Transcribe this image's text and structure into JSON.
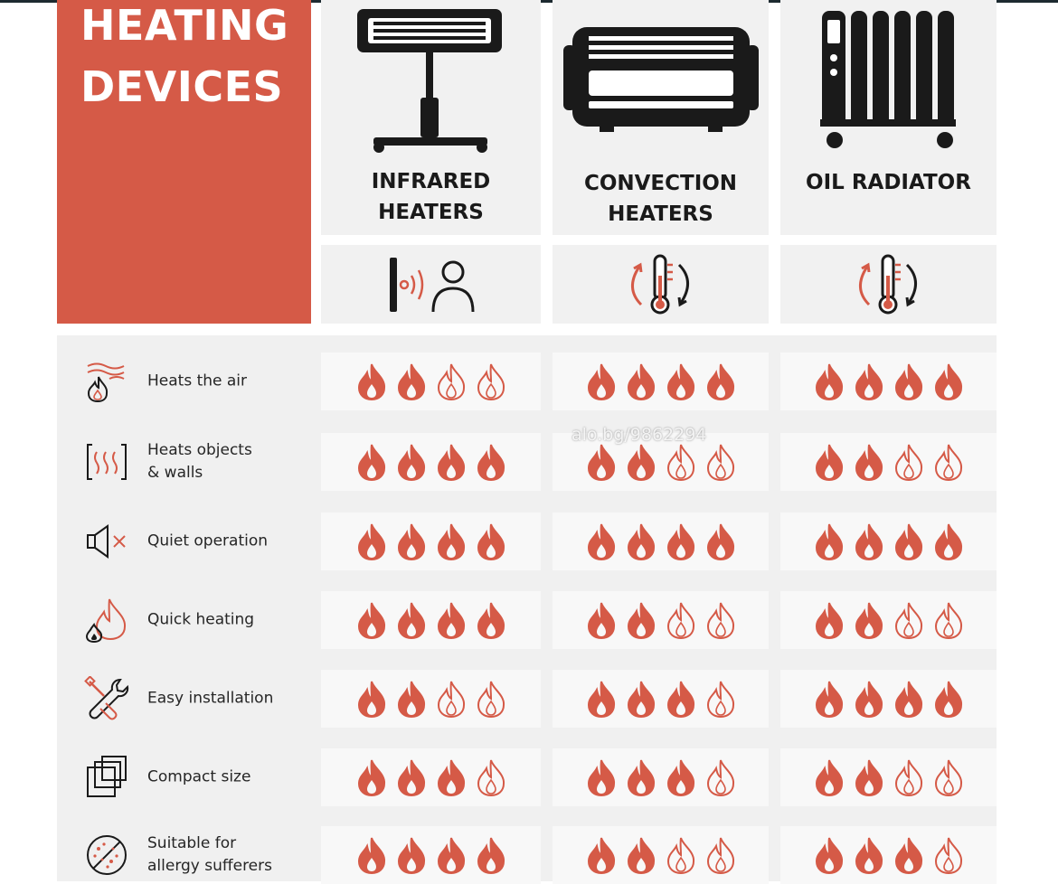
{
  "title": {
    "line1": "HEATING",
    "line2": "DEVICES"
  },
  "accent_color": "#d55a47",
  "columns": [
    {
      "line1": "INFRARED",
      "line2": "HEATERS",
      "device_icon": "infrared-heater-icon",
      "type_icon": "radiant-heat-person-icon"
    },
    {
      "line1": "CONVECTION",
      "line2": "HEATERS",
      "device_icon": "convection-heater-icon",
      "type_icon": "thermometer-circulation-icon"
    },
    {
      "line1": "OIL RADIATOR",
      "line2": "",
      "device_icon": "oil-radiator-icon",
      "type_icon": "thermometer-circulation-icon"
    }
  ],
  "rows": [
    {
      "label": "Heats the air",
      "icon": "air-heat-icon",
      "ratings": [
        2,
        4,
        4
      ]
    },
    {
      "label": "Heats objects\n& walls",
      "icon": "radiant-panel-icon",
      "ratings": [
        4,
        2,
        2
      ]
    },
    {
      "label": "Quiet operation",
      "icon": "mute-speaker-icon",
      "ratings": [
        4,
        4,
        4
      ]
    },
    {
      "label": "Quick heating",
      "icon": "quick-flame-icon",
      "ratings": [
        4,
        2,
        2
      ]
    },
    {
      "label": "Easy installation",
      "icon": "wrench-screwdriver-icon",
      "ratings": [
        2,
        3,
        4
      ]
    },
    {
      "label": "Compact size",
      "icon": "stacked-squares-icon",
      "ratings": [
        3,
        3,
        2
      ]
    },
    {
      "label": "Suitable for\nallergy sufferers",
      "icon": "no-allergen-icon",
      "ratings": [
        4,
        2,
        3
      ]
    }
  ],
  "rating_max": 4,
  "watermark": "alo.bg/9862294"
}
